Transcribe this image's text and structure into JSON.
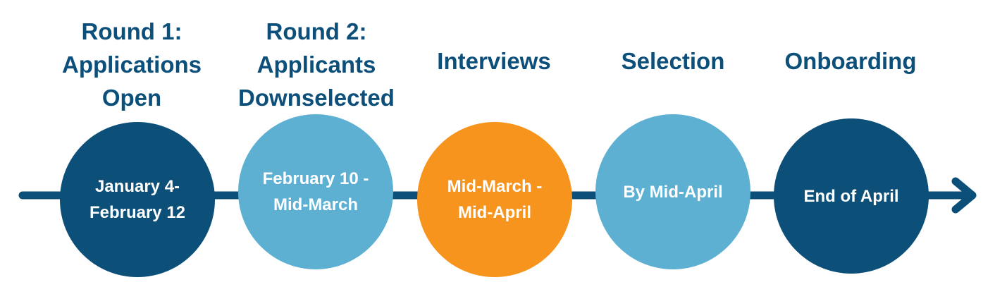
{
  "colors": {
    "dark_blue": "#0c4f79",
    "light_blue": "#5eb0d3",
    "orange": "#f7941d",
    "line": "#0c4f79",
    "title_text": "#0b4f7a",
    "date_text": "#ffffff"
  },
  "timeline": {
    "arrow_icon": "arrow-right-icon",
    "stages": [
      {
        "title": "Round 1:\nApplications\nOpen",
        "date": "January 4-\nFebruary 12",
        "color": "#0c4f79"
      },
      {
        "title": "Round 2:\nApplicants\nDownselected",
        "date": "February 10 -\nMid-March",
        "color": "#5eb0d3"
      },
      {
        "title": "Interviews",
        "date": "Mid-March -\nMid-April",
        "color": "#f7941d"
      },
      {
        "title": "Selection",
        "date": "By Mid-April",
        "color": "#5eb0d3"
      },
      {
        "title": "Onboarding",
        "date": "End of April",
        "color": "#0c4f79"
      }
    ]
  }
}
